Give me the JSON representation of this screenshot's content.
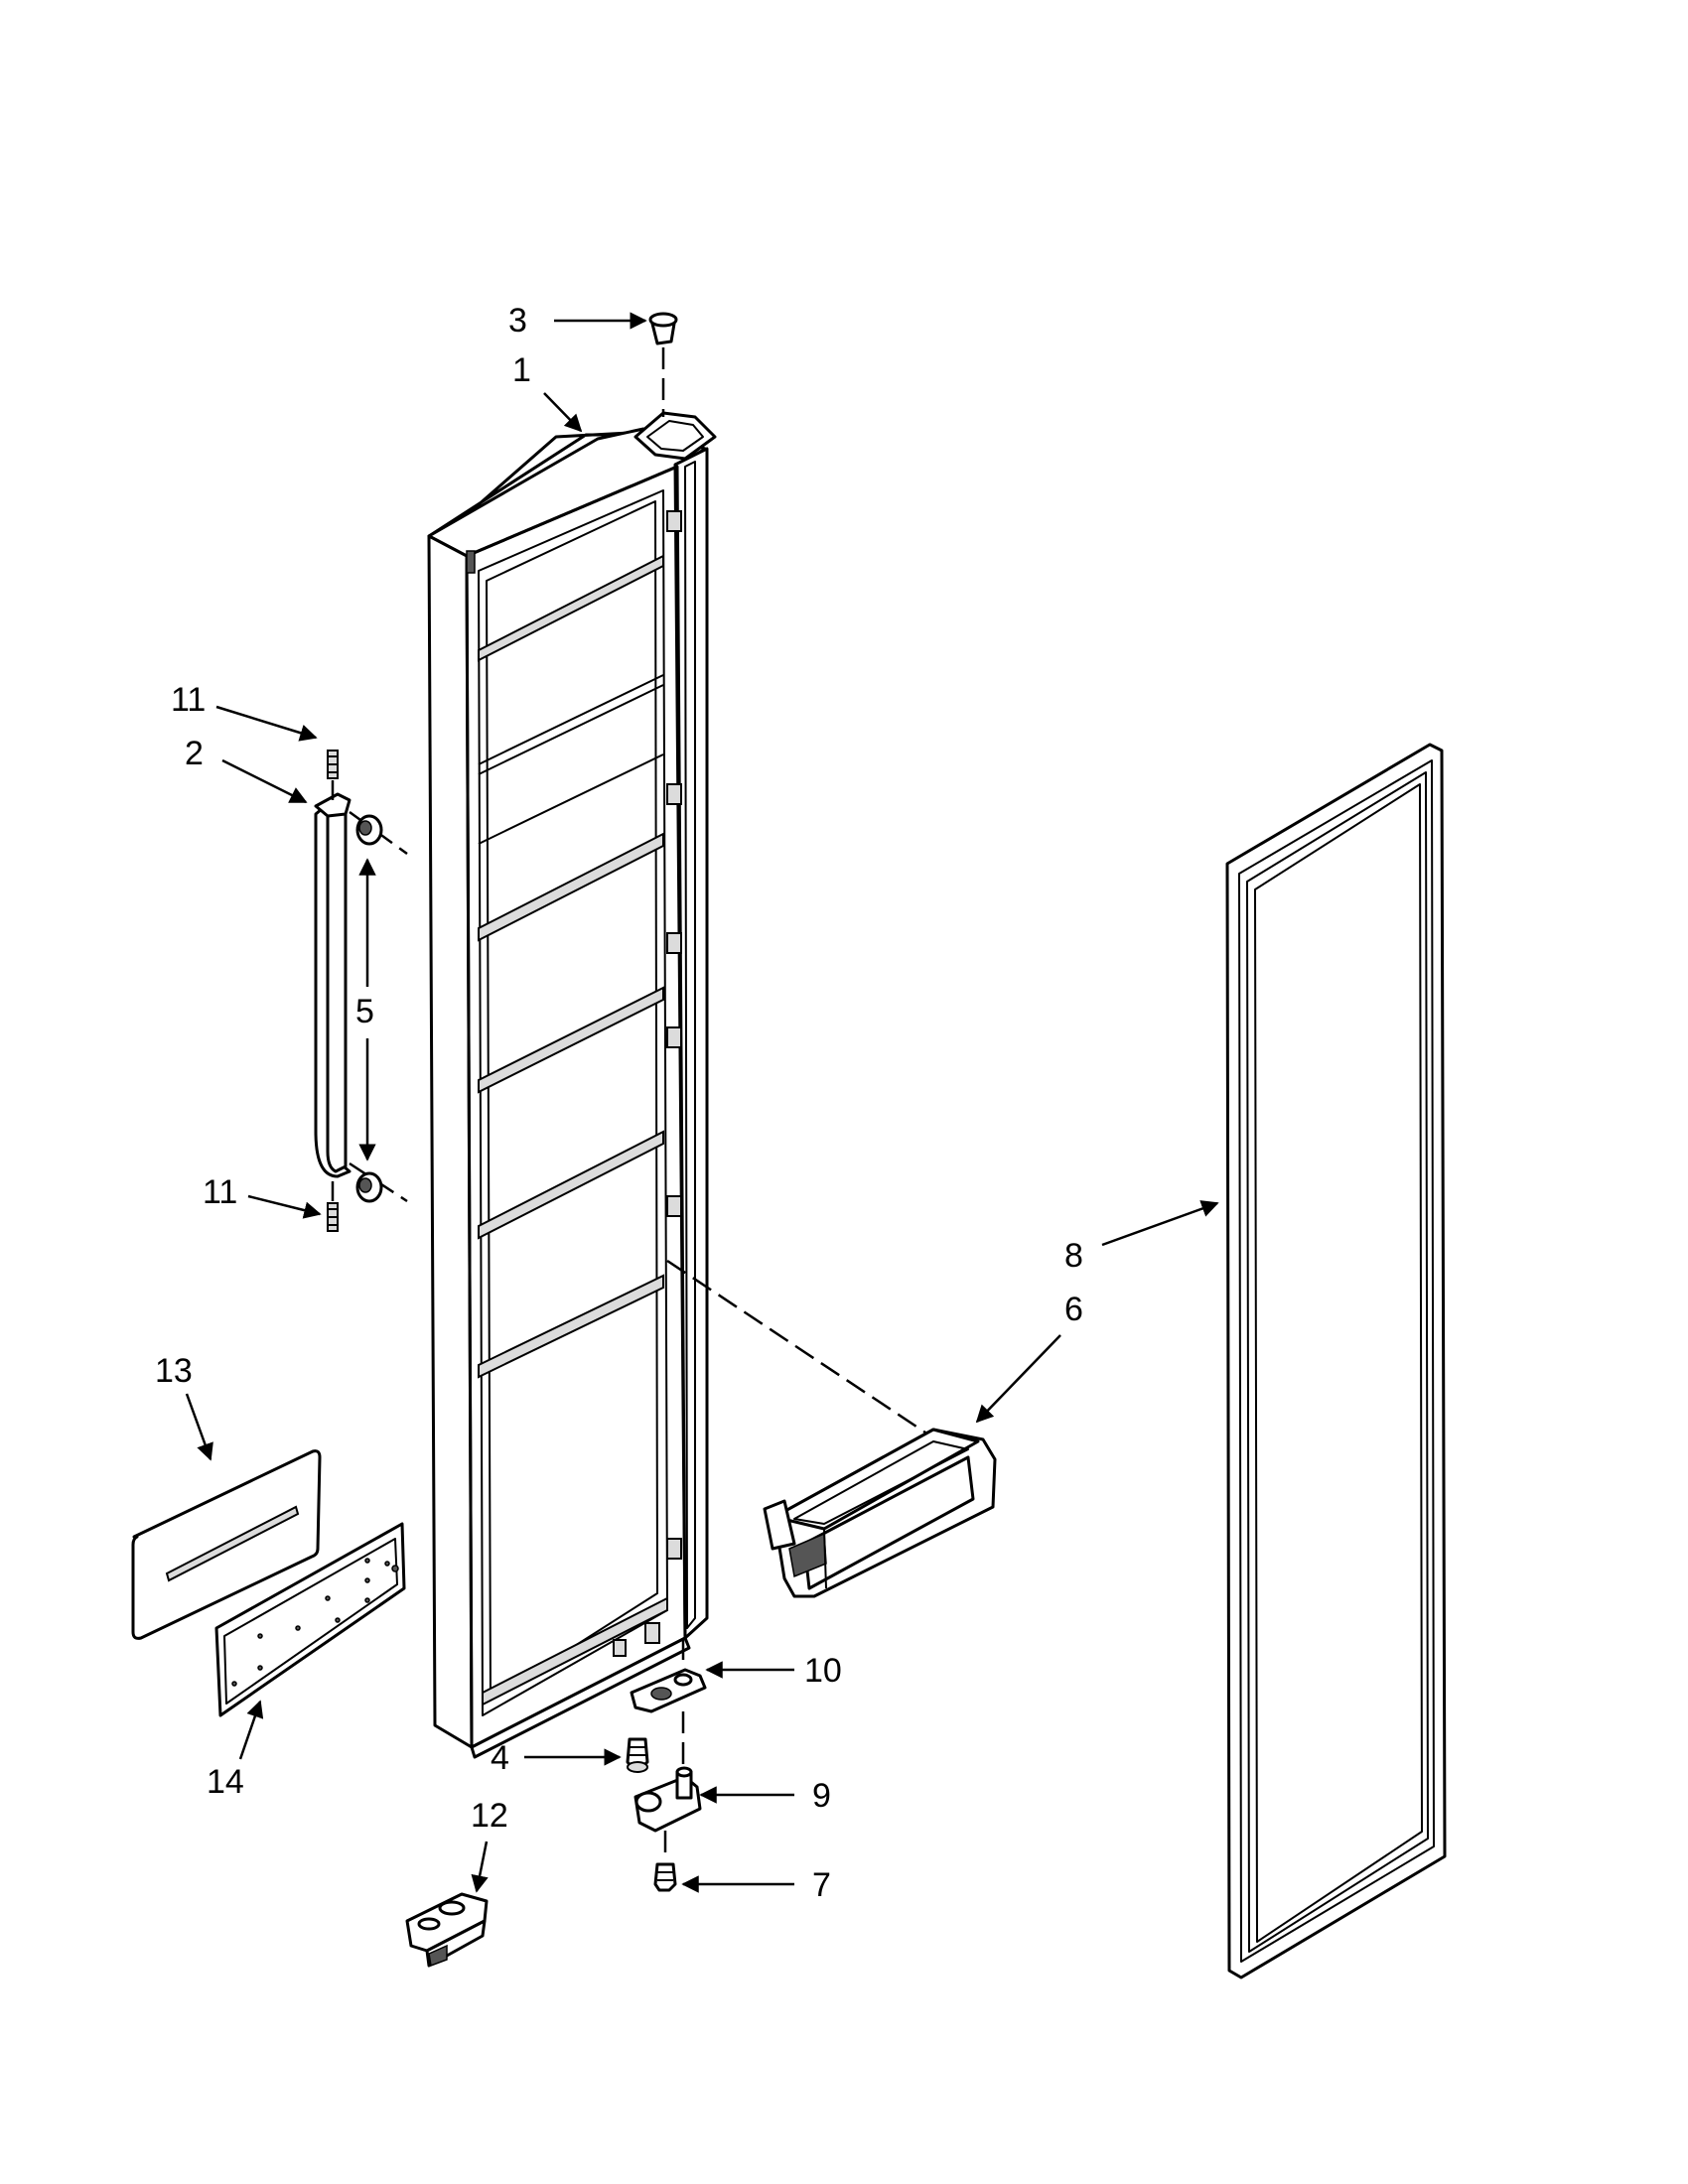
{
  "diagram": {
    "callouts": [
      {
        "id": "c3",
        "label": "3"
      },
      {
        "id": "c1",
        "label": "1"
      },
      {
        "id": "c11a",
        "label": "11"
      },
      {
        "id": "c2",
        "label": "2"
      },
      {
        "id": "c5",
        "label": "5"
      },
      {
        "id": "c11b",
        "label": "11"
      },
      {
        "id": "c8",
        "label": "8"
      },
      {
        "id": "c6",
        "label": "6"
      },
      {
        "id": "c13",
        "label": "13"
      },
      {
        "id": "c10",
        "label": "10"
      },
      {
        "id": "c4",
        "label": "4"
      },
      {
        "id": "c9",
        "label": "9"
      },
      {
        "id": "c14",
        "label": "14"
      },
      {
        "id": "c12",
        "label": "12"
      },
      {
        "id": "c7",
        "label": "7"
      }
    ]
  }
}
